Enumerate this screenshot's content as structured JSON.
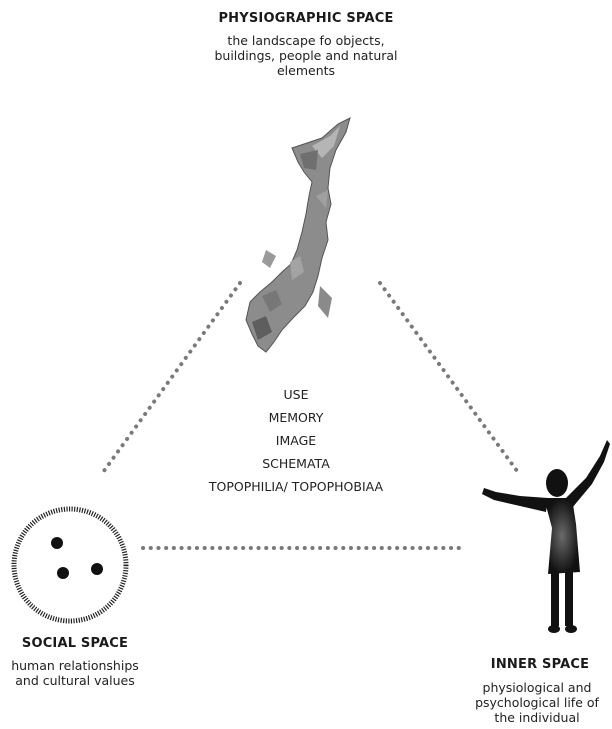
{
  "physiographic": {
    "title": "PHYSIOGRAPHIC SPACE",
    "description": "the landscape fo objects,\nbuildings, people and natural\nelements"
  },
  "social": {
    "title": "SOCIAL SPACE",
    "description": "human relationships\nand cultural values"
  },
  "inner": {
    "title": "INNER SPACE",
    "description": "physiological and\npsychological life of\nthe individual"
  },
  "center_terms": [
    "USE",
    "MEMORY",
    "IMAGE",
    "SCHEMATA",
    "TOPOPHILIA/ TOPOPHOBIAA"
  ],
  "icons": {
    "physiographic": "landscape-map-icon",
    "social": "group-dots-icon",
    "inner": "person-silhouette-icon"
  },
  "colors": {
    "dots": "#7a7a7a",
    "map_fill": "#8c8c8c",
    "silhouette": "#111111"
  }
}
